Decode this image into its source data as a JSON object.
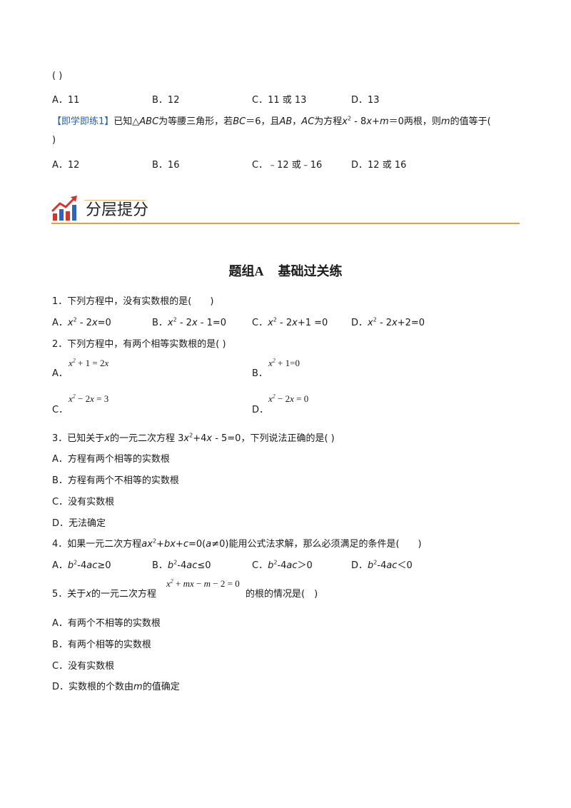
{
  "top": {
    "bracket": "( )",
    "options": [
      {
        "label": "A．",
        "text": "11"
      },
      {
        "label": "B．",
        "text": "12"
      },
      {
        "label": "C．",
        "text": "11 或 13"
      },
      {
        "label": "D．",
        "text": "13"
      }
    ]
  },
  "practice": {
    "tag": "【即学即练1】",
    "t1": "已知△",
    "abc": "ABC",
    "t2": "为等腰三角形，若",
    "bc": "BC",
    "t3": "＝6，且",
    "ab": "AB",
    "comma": "，",
    "ac": "AC",
    "t4": "为方程",
    "x1": "x",
    "sup2": "2",
    "t5": " - 8",
    "x2": "x",
    "t6": "+",
    "m1": "m",
    "t7": "＝0两根，则",
    "m2": "m",
    "t8": "的值等于(",
    "close": ")",
    "options": [
      {
        "label": "A．",
        "text": "12"
      },
      {
        "label": "B．",
        "text": "16"
      },
      {
        "label": "C．",
        "text": "﹣12 或﹣16"
      },
      {
        "label": "D．",
        "text": "12 或 16"
      }
    ]
  },
  "section": {
    "title": "分层提分",
    "icon": "chart-growth-icon",
    "accent": "#e2a13a"
  },
  "group": {
    "title_a": "题组A",
    "title_b": "基础过关练"
  },
  "q1": {
    "stem": "1．下列方程中，没有实数根的是(　　)",
    "options": [
      {
        "label": "A．",
        "x": "x",
        "sup": "2",
        "rest": " - 2",
        "x2": "x",
        "end": "=0"
      },
      {
        "label": "B．",
        "x": "x",
        "sup": "2",
        "rest": " - 2",
        "x2": "x",
        "end": " - 1=0"
      },
      {
        "label": "C．",
        "x": "x",
        "sup": "2",
        "rest": " - 2",
        "x2": "x",
        "end": "+1 =0"
      },
      {
        "label": "D．",
        "x": "x",
        "sup": "2",
        "rest": " - 2",
        "x2": "x",
        "end": "+2=0"
      }
    ]
  },
  "q2": {
    "stem": "2．下列方程中，有两个相等实数根的是( )",
    "options": [
      {
        "label": "A．",
        "x": "x",
        "sup": "2",
        "rest": " + 1 = 2",
        "x2": "x",
        "end": ""
      },
      {
        "label": "B．",
        "x": "x",
        "sup": "2",
        "rest": " + 1=0",
        "x2": "",
        "end": ""
      },
      {
        "label": "C．",
        "x": "x",
        "sup": "2",
        "rest": " − 2",
        "x2": "x",
        "end": " = 3"
      },
      {
        "label": "D．",
        "x": "x",
        "sup": "2",
        "rest": " − 2",
        "x2": "x",
        "end": " = 0"
      }
    ]
  },
  "q3": {
    "s1": "3．已知关于",
    "x": "x",
    "s2": "的一元二次方程 3",
    "x2": "x",
    "sup": "2",
    "s3": "+4",
    "x3": "x",
    "s4": " - 5=0，下列说法正确的是( )",
    "options": [
      "A．方程有两个相等的实数根",
      "B．方程有两个不相等的实数根",
      "C．没有实数根",
      "D．无法确定"
    ]
  },
  "q4": {
    "s1": "4．如果一元二次方程",
    "a": "a",
    "x": "x",
    "sup": "2",
    "s2": "+",
    "b": "b",
    "x2": "x",
    "s3": "+",
    "c": "c",
    "s4": "=0(",
    "a2": "a",
    "s5": "≠0)能用公式法求解，那么必须满足的条件是(　　)",
    "options": [
      {
        "label": "A．",
        "b": "b",
        "sup": "2",
        "mid": "-4",
        "ac": "ac",
        "end": "≥0"
      },
      {
        "label": "B．",
        "b": "b",
        "sup": "2",
        "mid": "-4",
        "ac": "ac",
        "end": "≤0"
      },
      {
        "label": "C．",
        "b": "b",
        "sup": "2",
        "mid": "-4",
        "ac": "ac",
        "end": "＞0"
      },
      {
        "label": "D．",
        "b": "b",
        "sup": "2",
        "mid": "-4",
        "ac": "ac",
        "end": "＜0"
      }
    ]
  },
  "q5": {
    "s1": "5．关于",
    "x": "x",
    "s2": "的一元二次方程",
    "eq_x": "x",
    "eq_sup": "2",
    "eq_r1": " + ",
    "eq_m": "m",
    "eq_x2": "x",
    "eq_r2": " − ",
    "eq_m2": "m",
    "eq_r3": " − 2 = 0",
    "s3": "的根的情况是(　)",
    "options": [
      "A．有两个不相等的实数根",
      "B．有两个相等的实数根",
      "C．没有实数根"
    ],
    "optD_a": "D．实数根的个数由",
    "optD_m": "m",
    "optD_b": "的值确定"
  }
}
